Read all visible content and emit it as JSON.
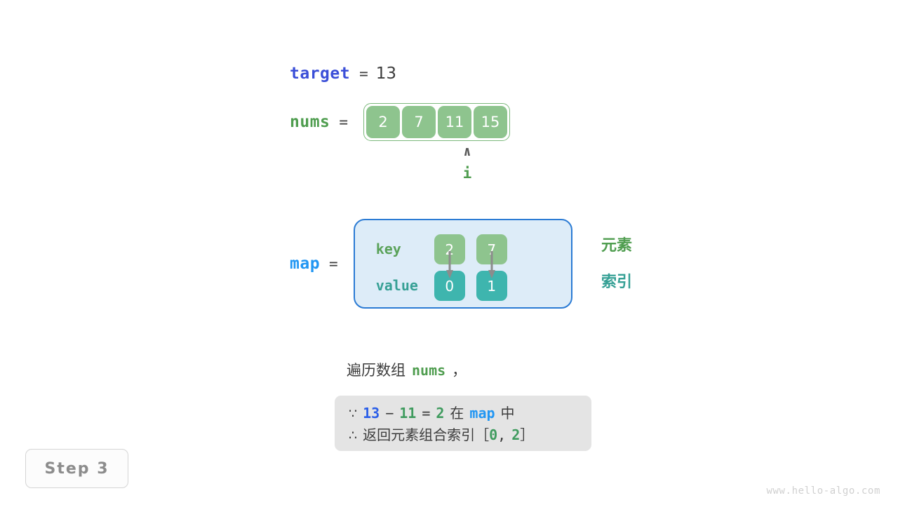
{
  "target": {
    "name": "target",
    "equals": "=",
    "value": "13"
  },
  "nums": {
    "name": "nums",
    "equals": "=",
    "cells": [
      "2",
      "7",
      "11",
      "15"
    ]
  },
  "pointer": {
    "caret": "∧",
    "label": "i",
    "points_to_index": 2
  },
  "map": {
    "name": "map",
    "equals": "=",
    "row_labels": {
      "key": "key",
      "value": "value"
    },
    "keys": [
      "2",
      "7"
    ],
    "values": [
      "0",
      "1"
    ],
    "arrow_icon": "down-arrow-icon"
  },
  "side_labels": {
    "element": "元素",
    "index": "索引"
  },
  "caption": {
    "prefix": "遍历数组",
    "code": "nums",
    "suffix": "，"
  },
  "conclusion": {
    "line1": {
      "symbol": "∵",
      "a": "13",
      "minus": "−",
      "b": "11",
      "eq": "=",
      "c": "2",
      "mid": "在",
      "map": "map",
      "tail": "中"
    },
    "line2": {
      "symbol": "∴",
      "text": "返回元素组合索引",
      "bracket_open": "［",
      "i0": "0",
      "comma": ",",
      "i1": "2",
      "bracket_close": "］"
    }
  },
  "step_badge": {
    "label": "Step 3"
  },
  "watermark": {
    "text": "www.hello-algo.com"
  },
  "colors": {
    "green": "#4f9d4f",
    "cell_green": "#8ec48e",
    "teal": "#3eb5ae",
    "blue": "#2196f3",
    "indigo": "#3b4fd8",
    "map_bg": "#ddecf8",
    "map_border": "#2b7bd4",
    "box_gray": "#e4e4e4"
  }
}
